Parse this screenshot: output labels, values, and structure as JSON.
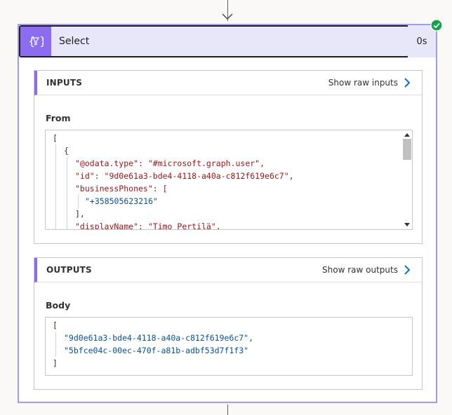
{
  "action": {
    "title": "Select",
    "duration": "0s",
    "status": "succeeded"
  },
  "inputs": {
    "section_title": "INPUTS",
    "raw_link": "Show raw inputs",
    "field_label": "From",
    "code_lines": [
      "[",
      "{",
      "\"@odata.type\": \"#microsoft.graph.user\",",
      "\"id\": \"9d0e61a3-bde4-4118-a40a-c812f619e6c7\",",
      "\"businessPhones\": [",
      "\"+358505623216\"",
      "],",
      "\"displayName\": \"Timo Pertilä\","
    ]
  },
  "outputs": {
    "section_title": "OUTPUTS",
    "raw_link": "Show raw outputs",
    "field_label": "Body",
    "code_lines": [
      "[",
      "\"9d0e61a3-bde4-4118-a40a-c812f619e6c7\",",
      "\"5bfce04c-00ec-470f-a81b-adbf53d7f1f3\"",
      "]"
    ]
  },
  "colors": {
    "accent": "#8c6cf0",
    "border": "#a19aed",
    "header_bg": "#e8e6f9",
    "success": "#12a44a",
    "json_key": "#a31515",
    "json_string": "#0451a5"
  }
}
